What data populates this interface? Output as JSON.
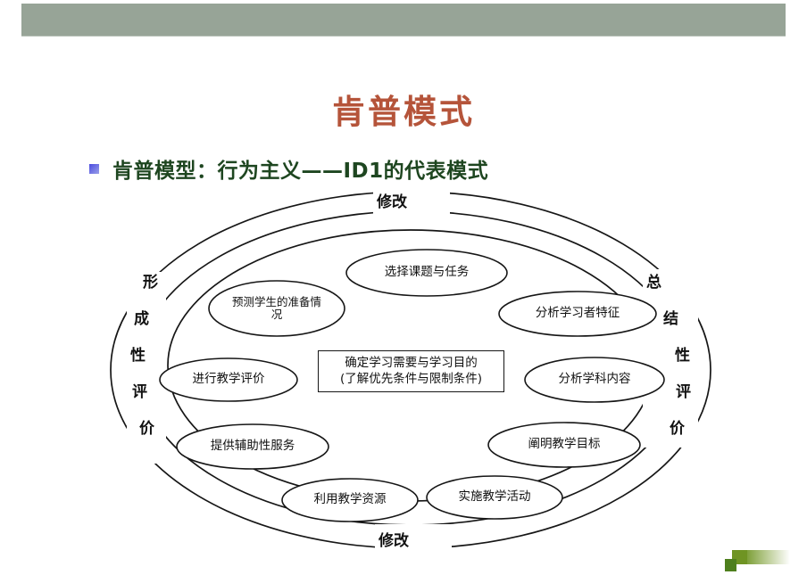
{
  "slide": {
    "title": "肯普模式",
    "bullet": {
      "marker": "square-bullet",
      "text": "肯普模型：行为主义——ID1的代表模式"
    },
    "decoration": "green-squares-decor"
  },
  "colors": {
    "header_bar": "#97a497",
    "title_text": "#b5543a",
    "bullet_text": "#1e4620",
    "bullet_marker": "#4b4be0",
    "diagram_line": "#161616",
    "decor_green": "#6f9423"
  },
  "diagram": {
    "name": "kemp-instructional-design-model",
    "outer_ring_labels": {
      "top": "修改",
      "bottom": "修改"
    },
    "left_ring_chars": [
      "形",
      "成",
      "性",
      "评",
      "价"
    ],
    "right_ring_chars": [
      "总",
      "结",
      "性",
      "评",
      "价"
    ],
    "center_box": {
      "line1": "确定学习需要与学习目的",
      "line2": "(了解优先条件与限制条件)"
    },
    "nodes": [
      {
        "id": "node-topic-task",
        "label": "选择课题与任务"
      },
      {
        "id": "node-learner-readiness",
        "label": "预测学生的准备情况"
      },
      {
        "id": "node-learner-traits",
        "label": "分析学习者特征"
      },
      {
        "id": "node-evaluation",
        "label": "进行教学评价"
      },
      {
        "id": "node-subject-content",
        "label": "分析学科内容"
      },
      {
        "id": "node-support-services",
        "label": "提供辅助性服务"
      },
      {
        "id": "node-teaching-goals",
        "label": "阐明教学目标"
      },
      {
        "id": "node-teaching-resources",
        "label": "利用教学资源"
      },
      {
        "id": "node-teaching-activity",
        "label": "实施教学活动"
      }
    ]
  }
}
